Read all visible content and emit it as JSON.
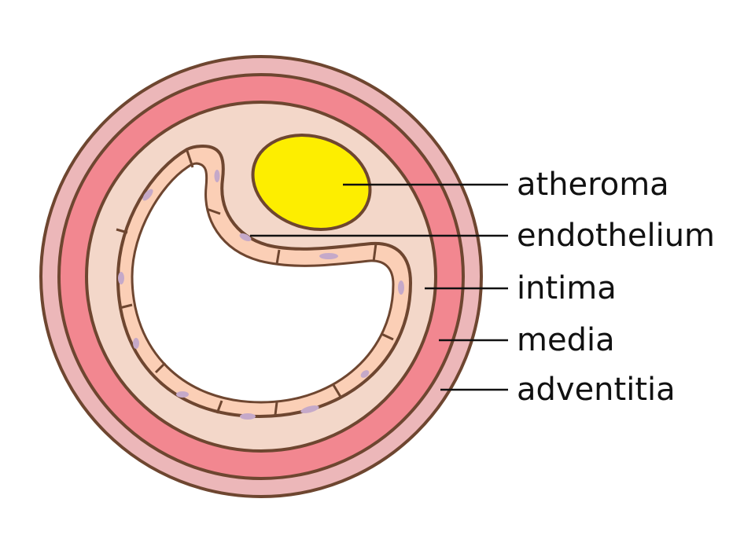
{
  "labels": {
    "atheroma": "atheroma",
    "endothelium": "endothelium",
    "intima": "intima",
    "media": "media",
    "adventitia": "adventitia"
  },
  "colors": {
    "adventitia": "#ecb7b9",
    "media": "#f28790",
    "intima": "#f3d7c9",
    "endothelium": "#fbcfb6",
    "atheroma": "#fdee00",
    "nucleus": "#c5a9c9",
    "outline": "#6e4630",
    "lumen": "#ffffff"
  }
}
